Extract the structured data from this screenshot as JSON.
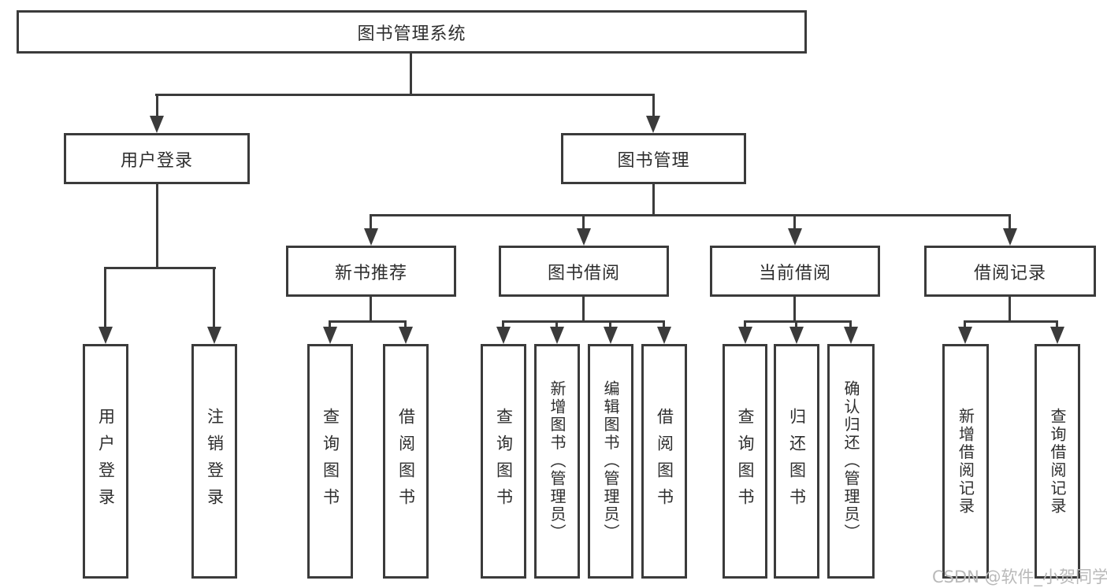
{
  "diagram": {
    "title": "图书管理系统",
    "root": {
      "label": "图书管理系统"
    },
    "level2": [
      {
        "label": "用户登录"
      },
      {
        "label": "图书管理"
      }
    ],
    "level3": [
      {
        "label": "新书推荐"
      },
      {
        "label": "图书借阅"
      },
      {
        "label": "当前借阅"
      },
      {
        "label": "借阅记录"
      }
    ],
    "leaves": {
      "user_login": [
        "用户登录",
        "注销登录"
      ],
      "new_books": [
        "查询图书",
        "借阅图书"
      ],
      "book_borrow": [
        "查询图书",
        "新增图书（管理员）",
        "编辑图书（管理员）",
        "借阅图书"
      ],
      "current_borrow": [
        "查询图书",
        "归还图书",
        "确认归还（管理员）"
      ],
      "borrow_records": [
        "新增借阅记录",
        "查询借阅记录"
      ]
    }
  },
  "watermark": {
    "text": "CSDN @软件_小贺同学",
    "color": "#b9b9b9"
  },
  "colors": {
    "line": "#3b3b3b",
    "text": "#2e2e2e",
    "background": "#ffffff"
  }
}
